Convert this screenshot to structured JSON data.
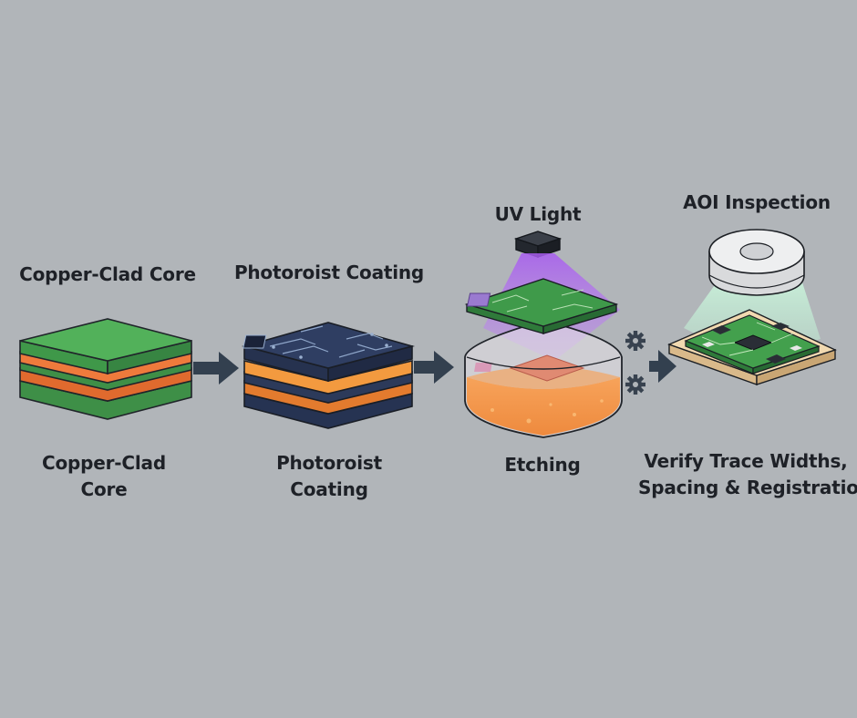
{
  "labels": {
    "core_top": "Copper-Clad Core",
    "core_bottom_line1": "Copper-Clad",
    "core_bottom_line2": "Core",
    "photo_top": "Photoroist Coating",
    "photo_bottom_line1": "Photoroist",
    "photo_bottom_line2": "Coating",
    "uv_light": "UV Light",
    "etching": "Etching",
    "aoi_inspection": "AOI Inspection",
    "verify_line1": "Verify Trace Widths,",
    "verify_line2": "Spacing & Registration"
  },
  "icons": [
    "arrow-right-icon",
    "gear-icon",
    "uv-lamp-icon",
    "aoi-camera-icon"
  ],
  "colors": {
    "background": "#b1b5b9",
    "copper_green": "#4aa653",
    "copper_orange": "#ee7a3c",
    "photoresist_navy": "#2c3a5a",
    "etch_orange": "#f39a4a",
    "uv_violet": "#a85cf0",
    "aoi_beam": "#bde8d0",
    "arrow": "#33404f"
  }
}
